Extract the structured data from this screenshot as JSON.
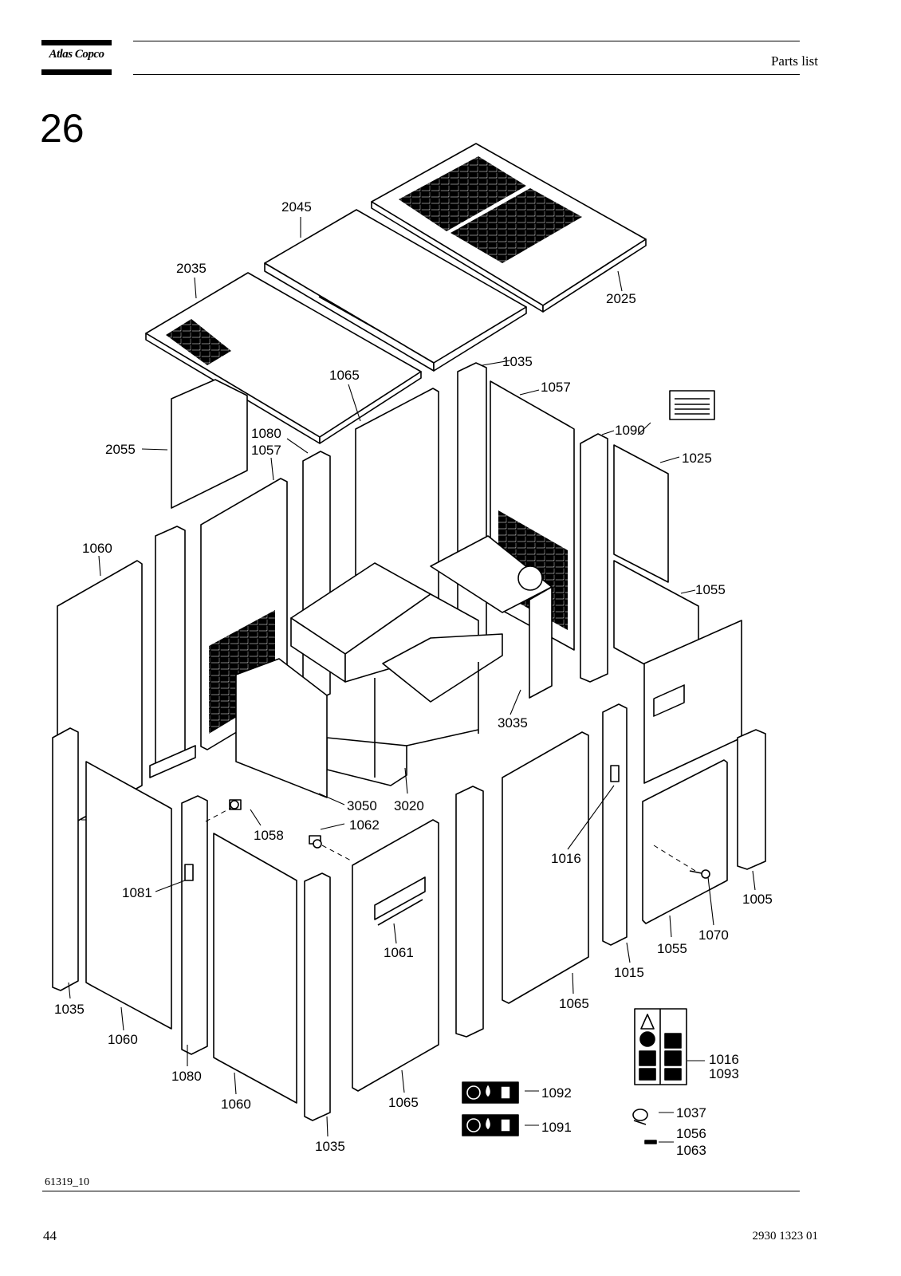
{
  "header": {
    "brand": "Atlas Copco",
    "title": "Parts list"
  },
  "section_number": "26",
  "callouts": {
    "c2045": "2045",
    "c2035": "2035",
    "c2025": "2025",
    "c1035a": "1035",
    "c1065a": "1065",
    "c1057a": "1057",
    "c1080a": "1080",
    "c1057b": "1057",
    "c2055": "2055",
    "c1090": "1090",
    "c1025": "1025",
    "c1060a": "1060",
    "c1055a": "1055",
    "c3035": "3035",
    "c3050": "3050",
    "c3020": "3020",
    "c1062": "1062",
    "c1058": "1058",
    "c1016a": "1016",
    "c1081": "1081",
    "c1061": "1061",
    "c1005": "1005",
    "c1070": "1070",
    "c1055b": "1055",
    "c1015": "1015",
    "c1035b": "1035",
    "c1060b": "1060",
    "c1065b": "1065",
    "c1080b": "1080",
    "c1016b": "1016",
    "c1093": "1093",
    "c1092": "1092",
    "c1060c": "1060",
    "c1065c": "1065",
    "c1091": "1091",
    "c1037": "1037",
    "c1035c": "1035",
    "c1056": "1056",
    "c1063": "1063"
  },
  "figure_id": "61319_10",
  "footer": {
    "page": "44",
    "document_number": "2930 1323 01"
  }
}
